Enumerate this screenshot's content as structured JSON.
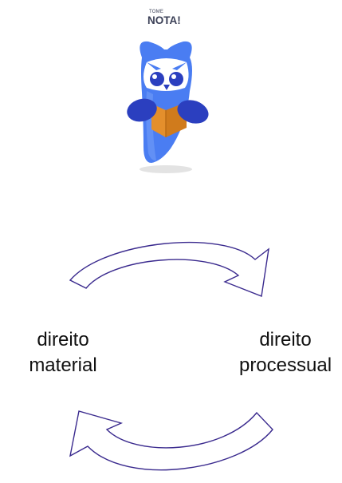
{
  "logo": {
    "small_text": "TOME",
    "big_text": "NOTA!",
    "colors": {
      "blue": "#4a7df2",
      "navy": "#2b3fbf",
      "orange": "#e48f2c",
      "shadow": "#e3e3e3"
    }
  },
  "nodes": {
    "left": {
      "line1": "direito",
      "line2": "material"
    },
    "right": {
      "line1": "direito",
      "line2": "processual"
    }
  },
  "arrows": {
    "stroke_color": "#3a2a8e",
    "fill_color": "#ffffff"
  }
}
